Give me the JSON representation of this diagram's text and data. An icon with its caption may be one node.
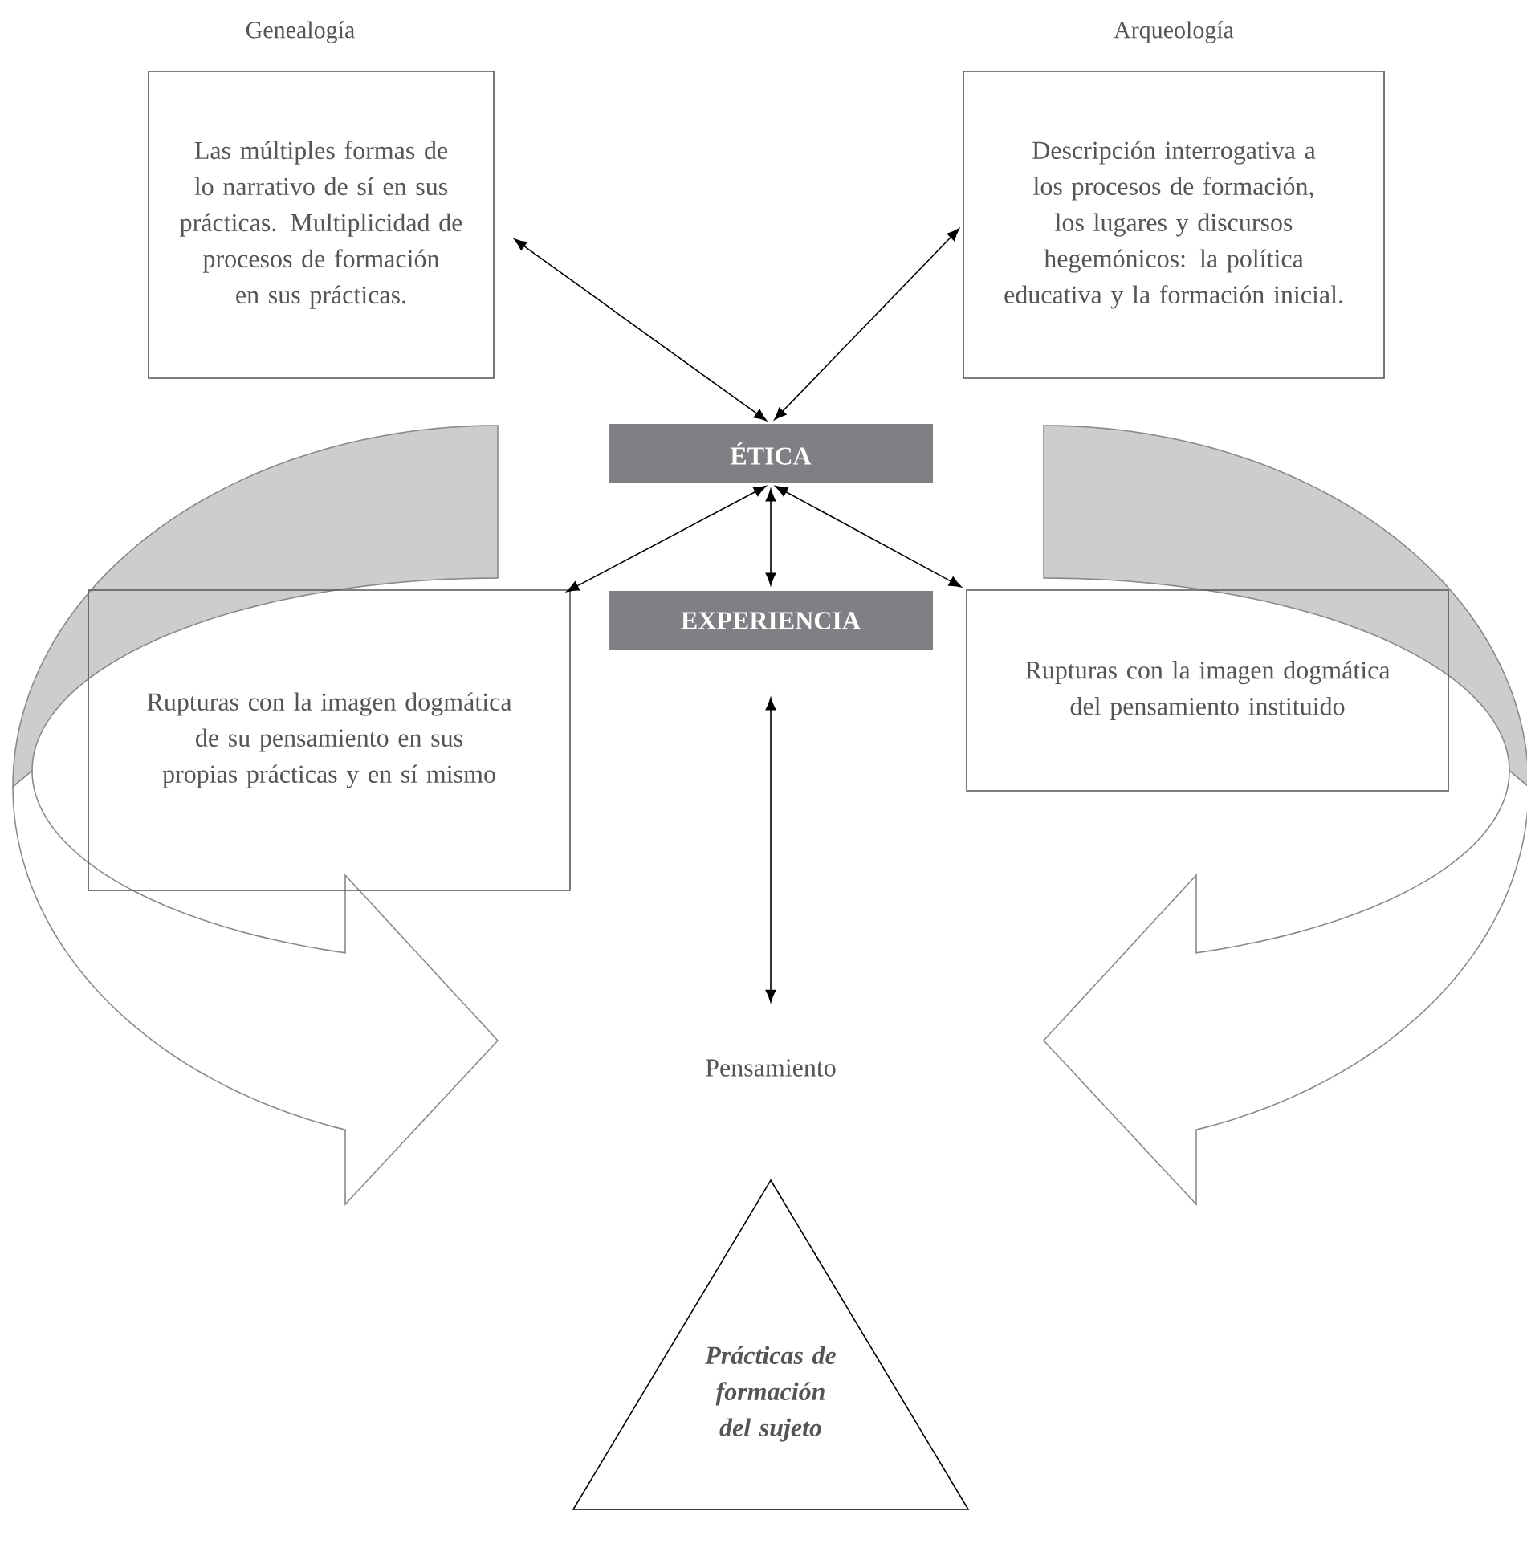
{
  "diagram": {
    "nodes": [
      {
        "text": [
          "Genealogía",
          "Las múltiples formas de lo narrativo de sí en sus prácticas. Multiplicidad de procesos de formación en sus prácticas."
        ]
      },
      {
        "text": [
          "Arqueología",
          "Descripción interrogativa a los procesos de formación, los lugares y discursos hegemónicos: la política educativa y la formación inicial."
        ]
      },
      {
        "text": [
          "ÉTICA"
        ]
      },
      {
        "text": [
          "EXPERIENCIA"
        ]
      },
      {
        "text": [
          "Rupturas con la imagen dogmática de su pensamiento en sus propias prácticas y en sí mismo"
        ]
      },
      {
        "text": [
          "Rupturas con la imagen dogmática del pensamiento instituido"
        ]
      },
      {
        "text": [
          "Pensamiento"
        ]
      },
      {
        "text": [
          "Prácticas de formación del sujeto"
        ]
      }
    ],
    "edges": [
      {
        "from": 2,
        "to": 0,
        "arrow": "both"
      },
      {
        "from": 2,
        "to": 1,
        "arrow": "both"
      },
      {
        "from": 2,
        "to": 4,
        "arrow": "both"
      },
      {
        "from": 2,
        "to": 3,
        "arrow": "both"
      },
      {
        "from": 2,
        "to": 5,
        "arrow": "both"
      },
      {
        "from": 3,
        "to": 6,
        "arrow": "both"
      }
    ]
  }
}
